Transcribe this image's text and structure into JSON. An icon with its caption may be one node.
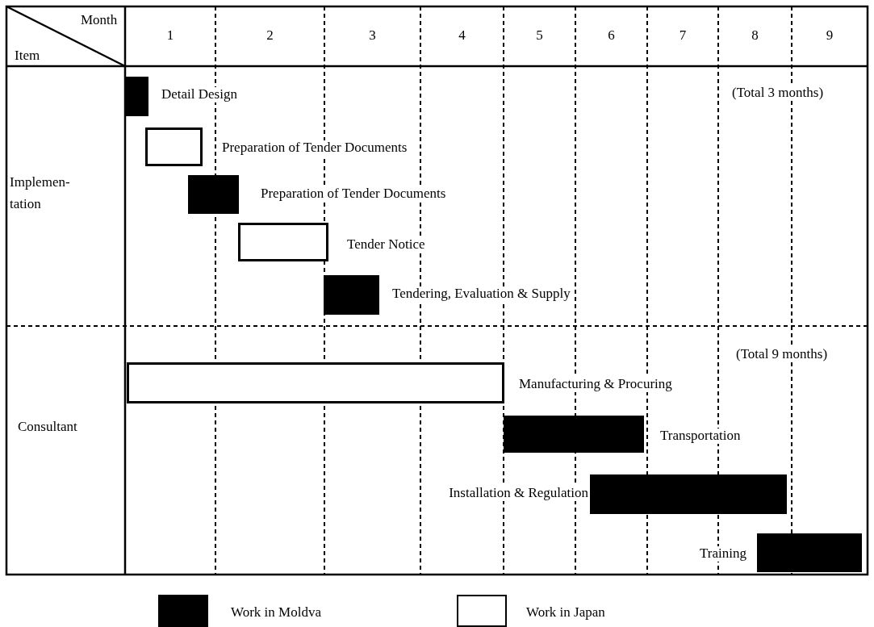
{
  "diagram": {
    "nodes": [
      {
        "text": [],
        "shape": "bar",
        "beside": [
          "Detail Design"
        ]
      },
      {
        "text": [],
        "shape": "bar",
        "beside": [
          "Preparation of Tender Documents"
        ]
      },
      {
        "text": [],
        "shape": "bar",
        "beside": [
          "Preparation of Tender Documents"
        ]
      },
      {
        "text": [],
        "shape": "bar",
        "beside": [
          "Tender Notice"
        ]
      },
      {
        "text": [],
        "shape": "bar",
        "beside": [
          "Tendering, Evaluation & Supply"
        ]
      },
      {
        "text": [],
        "shape": "bar",
        "beside": [
          "Manufacturing & Procuring"
        ]
      },
      {
        "text": [],
        "shape": "bar",
        "beside": [
          "Transportation"
        ]
      },
      {
        "text": [],
        "shape": "bar",
        "beside": [
          "Installation & Regulation"
        ]
      },
      {
        "text": [],
        "shape": "bar",
        "beside": [
          "Training"
        ]
      }
    ],
    "edges": [],
    "labels": [
      "Month",
      "Item",
      "1",
      "2",
      "3",
      "4",
      "5",
      "6",
      "7",
      "8",
      "9",
      "(Total 3 months)",
      "Implemen- tation",
      "(Total 9 months)",
      "Consultant"
    ],
    "legend": [
      {
        "text": "Work in Moldva",
        "color": "#000000"
      },
      {
        "text": "Work in Japan",
        "color": "#ffffff"
      }
    ]
  }
}
